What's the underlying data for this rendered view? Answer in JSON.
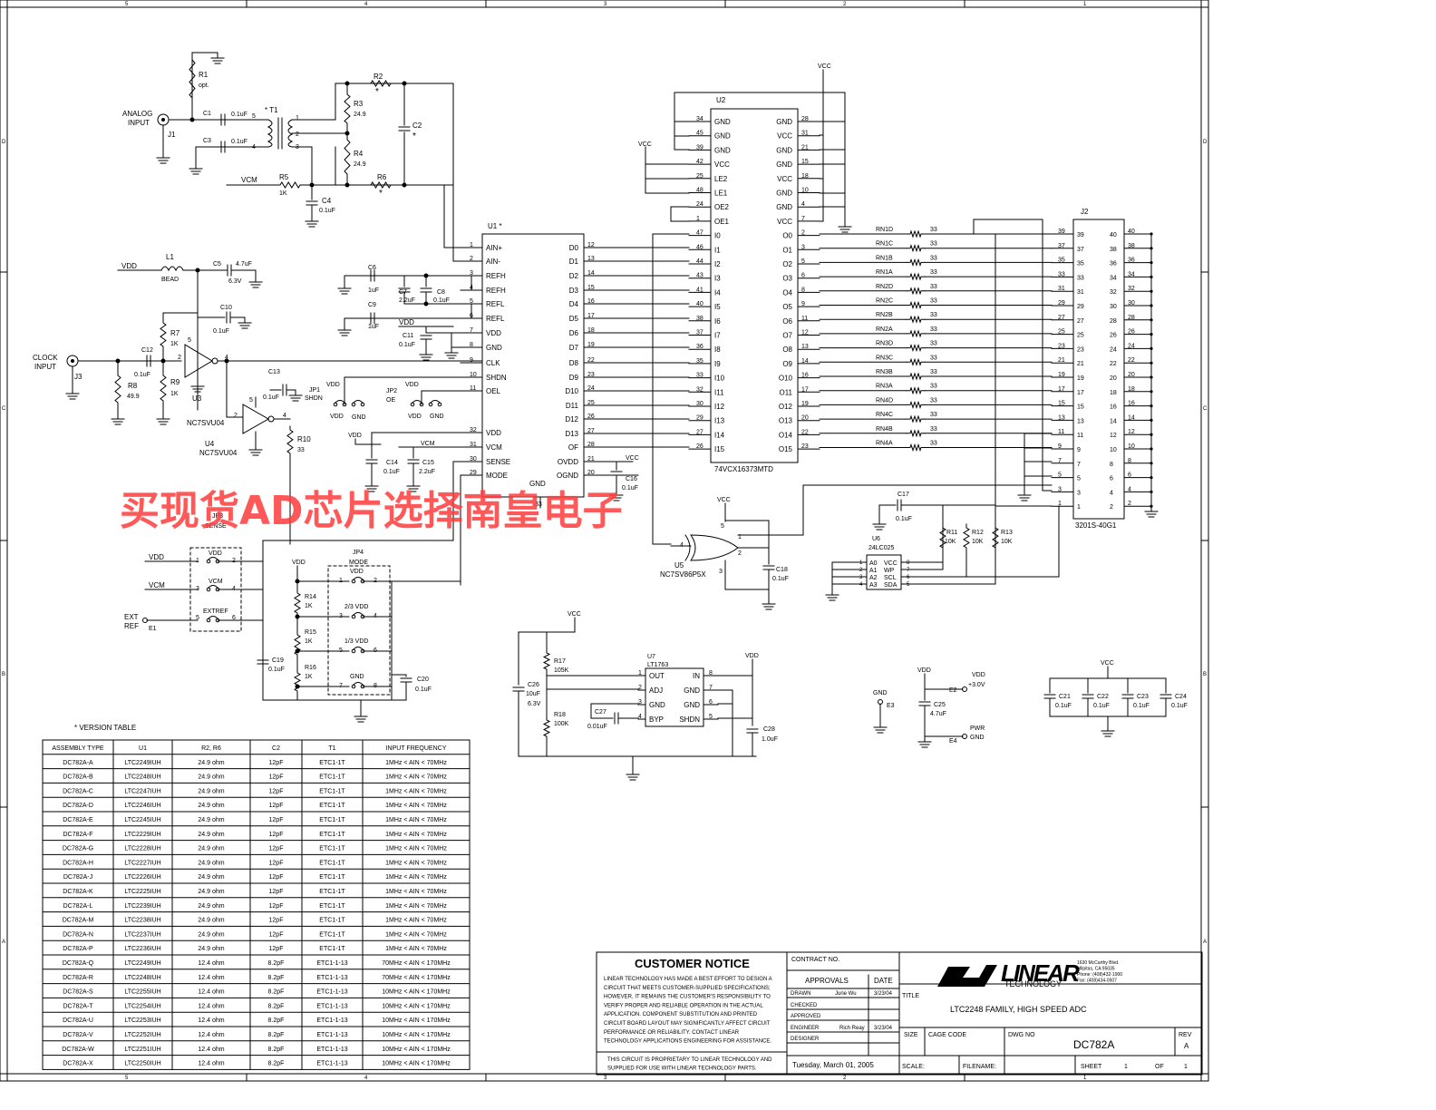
{
  "border": {
    "top_numbers": [
      "5",
      "4",
      "3",
      "2",
      "1"
    ],
    "bottom_numbers": [
      "5",
      "4",
      "3",
      "2",
      "1"
    ],
    "side_letters": [
      "D",
      "C",
      "B",
      "A"
    ]
  },
  "watermark": "买现货AD芯片选择南皇电子",
  "analog_input": {
    "label1": "ANALOG",
    "label2": "INPUT",
    "jack": "J1"
  },
  "clock_input": {
    "label1": "CLOCK",
    "label2": "INPUT",
    "jack": "J3"
  },
  "parts": {
    "R1": {
      "ref": "R1",
      "value": "opt."
    },
    "C1": {
      "ref": "C1",
      "value": "0.1uF"
    },
    "C3": {
      "ref": "C3",
      "value": "0.1uF"
    },
    "T1": {
      "ref": "T1"
    },
    "R2": {
      "ref": "R2"
    },
    "R3": {
      "ref": "R3",
      "value": "24.9"
    },
    "R4": {
      "ref": "R4",
      "value": "24.9"
    },
    "R5": {
      "ref": "R5",
      "value": "1K"
    },
    "R6": {
      "ref": "R6"
    },
    "C2": {
      "ref": "C2"
    },
    "C4": {
      "ref": "C4",
      "value": "0.1uF"
    },
    "L1": {
      "ref": "L1",
      "value": "BEAD"
    },
    "C5": {
      "ref": "C5",
      "value": "4.7uF",
      "value2": "6.3V"
    },
    "C10": {
      "ref": "C10",
      "value": "0.1uF"
    },
    "R7": {
      "ref": "R7",
      "value": "1K"
    },
    "R9": {
      "ref": "R9",
      "value": "1K"
    },
    "C12": {
      "ref": "C12",
      "value": "0.1uF"
    },
    "R8": {
      "ref": "R8",
      "value": "49.9"
    },
    "U3": {
      "ref": "U3",
      "value": "NC7SVU04"
    },
    "U4": {
      "ref": "U4",
      "value": "NC7SVU04"
    },
    "C13": {
      "ref": "C13",
      "value": "0.1uF"
    },
    "R10": {
      "ref": "R10",
      "value": "33"
    },
    "C6": {
      "ref": "C6",
      "value": "1uF"
    },
    "C7": {
      "ref": "C7",
      "value": "2.2uF"
    },
    "C8": {
      "ref": "C8",
      "value": "0.1uF"
    },
    "C9": {
      "ref": "C9",
      "value": "1uF"
    },
    "C11": {
      "ref": "C11",
      "value": "0.1uF"
    },
    "C14": {
      "ref": "C14",
      "value": "0.1uF"
    },
    "C15": {
      "ref": "C15",
      "value": "2.2uF"
    },
    "C16": {
      "ref": "C16",
      "value": "0.1uF"
    },
    "C17": {
      "ref": "C17",
      "value": "0.1uF"
    },
    "C18": {
      "ref": "C18",
      "value": "0.1uF"
    },
    "C19": {
      "ref": "C19",
      "value": "0.1uF"
    },
    "C20": {
      "ref": "C20",
      "value": "0.1uF"
    },
    "R11": {
      "ref": "R11",
      "value": "10K"
    },
    "R12": {
      "ref": "R12",
      "value": "10K"
    },
    "R13": {
      "ref": "R13",
      "value": "10K"
    },
    "R14": {
      "ref": "R14",
      "value": "1K"
    },
    "R15": {
      "ref": "R15",
      "value": "1K"
    },
    "R16": {
      "ref": "R16",
      "value": "1K"
    },
    "R17": {
      "ref": "R17",
      "value": "105K"
    },
    "R18": {
      "ref": "R18",
      "value": "100K"
    },
    "C26": {
      "ref": "C26",
      "value": "10uF",
      "value2": "6.3V"
    },
    "C27": {
      "ref": "C27",
      "value": "0.01uF"
    },
    "C28": {
      "ref": "C28",
      "value": "1.0uF"
    },
    "C25": {
      "ref": "C25",
      "value": "4.7uF"
    },
    "C21": {
      "ref": "C21",
      "value": "0.1uF"
    },
    "C22": {
      "ref": "C22",
      "value": "0.1uF"
    },
    "C23": {
      "ref": "C23",
      "value": "0.1uF"
    },
    "C24": {
      "ref": "C24",
      "value": "0.1uF"
    },
    "U5": {
      "ref": "U5",
      "value": "NC7SV86P5X"
    },
    "U6": {
      "ref": "U6",
      "value": "24LC025"
    },
    "U7": {
      "ref": "U7",
      "value": "LT1763"
    }
  },
  "labels": {
    "vcm": "VCM",
    "vdd": "VDD",
    "vcc": "VCC",
    "gnd": "GND",
    "ext_ref1": "EXT",
    "ext_ref2": "REF",
    "e1": "E1",
    "jp1": "JP1",
    "jp1_name": "SHDN",
    "jp2": "JP2",
    "jp2_name": "OE",
    "jp3": "JP3",
    "jp3_name": "SENSE",
    "jp4": "JP4",
    "jp4_name": "MODE",
    "jp3_vdd": "VDD",
    "jp3_vcm": "VCM",
    "jp3_ext": "EXTREF",
    "jp4_vdd": "VDD",
    "jp4_23": "2/3 VDD",
    "jp4_13": "1/3 VDD",
    "jp4_gnd": "GND",
    "e2": "E2",
    "e2_label": "VDD",
    "e2_volt": "+3.0V",
    "e3": "E3",
    "e3_label": "GND",
    "e4": "E4",
    "e4_label1": "PWR",
    "e4_label2": "GND"
  },
  "u1": {
    "ref": "U1",
    "left_pins": [
      {
        "num": "1",
        "name": "AIN+"
      },
      {
        "num": "2",
        "name": "AIN-"
      },
      {
        "num": "3",
        "name": "REFH"
      },
      {
        "num": "4",
        "name": "REFH"
      },
      {
        "num": "5",
        "name": "REFL"
      },
      {
        "num": "6",
        "name": "REFL"
      },
      {
        "num": "7",
        "name": "VDD"
      },
      {
        "num": "8",
        "name": "GND"
      },
      {
        "num": "9",
        "name": "CLK"
      },
      {
        "num": "10",
        "name": "SHDN"
      },
      {
        "num": "11",
        "name": "OEL"
      },
      {
        "num": "32",
        "name": "VDD"
      },
      {
        "num": "31",
        "name": "VCM"
      },
      {
        "num": "30",
        "name": "SENSE"
      },
      {
        "num": "29",
        "name": "MODE"
      }
    ],
    "right_pins": [
      {
        "num": "12",
        "name": "D0"
      },
      {
        "num": "13",
        "name": "D1"
      },
      {
        "num": "14",
        "name": "D2"
      },
      {
        "num": "15",
        "name": "D3"
      },
      {
        "num": "16",
        "name": "D4"
      },
      {
        "num": "17",
        "name": "D5"
      },
      {
        "num": "18",
        "name": "D6"
      },
      {
        "num": "19",
        "name": "D7"
      },
      {
        "num": "22",
        "name": "D8"
      },
      {
        "num": "23",
        "name": "D9"
      },
      {
        "num": "24",
        "name": "D10"
      },
      {
        "num": "25",
        "name": "D11"
      },
      {
        "num": "26",
        "name": "D12"
      },
      {
        "num": "27",
        "name": "D13"
      },
      {
        "num": "28",
        "name": "OF"
      },
      {
        "num": "21",
        "name": "OVDD"
      },
      {
        "num": "20",
        "name": "OGND"
      }
    ],
    "gnd_pin": "33",
    "gnd_label": "GND"
  },
  "u2": {
    "ref": "U2",
    "part": "74VCX16373MTD",
    "left_pins": [
      {
        "num": "34",
        "name": "GND"
      },
      {
        "num": "45",
        "name": "GND"
      },
      {
        "num": "39",
        "name": "GND"
      },
      {
        "num": "42",
        "name": "VCC"
      },
      {
        "num": "25",
        "name": "LE2"
      },
      {
        "num": "48",
        "name": "LE1"
      },
      {
        "num": "24",
        "name": "OE2"
      },
      {
        "num": "1",
        "name": "OE1"
      },
      {
        "num": "47",
        "name": "I0"
      },
      {
        "num": "46",
        "name": "I1"
      },
      {
        "num": "44",
        "name": "I2"
      },
      {
        "num": "43",
        "name": "I3"
      },
      {
        "num": "41",
        "name": "I4"
      },
      {
        "num": "40",
        "name": "I5"
      },
      {
        "num": "38",
        "name": "I6"
      },
      {
        "num": "37",
        "name": "I7"
      },
      {
        "num": "36",
        "name": "I8"
      },
      {
        "num": "35",
        "name": "I9"
      },
      {
        "num": "33",
        "name": "I10"
      },
      {
        "num": "32",
        "name": "I11"
      },
      {
        "num": "30",
        "name": "I12"
      },
      {
        "num": "29",
        "name": "I13"
      },
      {
        "num": "27",
        "name": "I14"
      },
      {
        "num": "26",
        "name": "I15"
      }
    ],
    "right_pins": [
      {
        "num": "28",
        "name": "GND"
      },
      {
        "num": "31",
        "name": "VCC"
      },
      {
        "num": "21",
        "name": "GND"
      },
      {
        "num": "15",
        "name": "GND"
      },
      {
        "num": "18",
        "name": "VCC"
      },
      {
        "num": "10",
        "name": "GND"
      },
      {
        "num": "4",
        "name": "GND"
      },
      {
        "num": "7",
        "name": "VCC"
      },
      {
        "num": "2",
        "name": "O0"
      },
      {
        "num": "3",
        "name": "O1"
      },
      {
        "num": "5",
        "name": "O2"
      },
      {
        "num": "6",
        "name": "O3"
      },
      {
        "num": "8",
        "name": "O4"
      },
      {
        "num": "9",
        "name": "O5"
      },
      {
        "num": "11",
        "name": "O6"
      },
      {
        "num": "12",
        "name": "O7"
      },
      {
        "num": "13",
        "name": "O8"
      },
      {
        "num": "14",
        "name": "O9"
      },
      {
        "num": "16",
        "name": "O10"
      },
      {
        "num": "17",
        "name": "O11"
      },
      {
        "num": "19",
        "name": "O12"
      },
      {
        "num": "20",
        "name": "O13"
      },
      {
        "num": "22",
        "name": "O14"
      },
      {
        "num": "23",
        "name": "O15"
      }
    ]
  },
  "rnets": [
    {
      "ref": "RN1D",
      "value": "33"
    },
    {
      "ref": "RN1C",
      "value": "33"
    },
    {
      "ref": "RN1B",
      "value": "33"
    },
    {
      "ref": "RN1A",
      "value": "33"
    },
    {
      "ref": "RN2D",
      "value": "33"
    },
    {
      "ref": "RN2C",
      "value": "33"
    },
    {
      "ref": "RN2B",
      "value": "33"
    },
    {
      "ref": "RN2A",
      "value": "33"
    },
    {
      "ref": "RN3D",
      "value": "33"
    },
    {
      "ref": "RN3C",
      "value": "33"
    },
    {
      "ref": "RN3B",
      "value": "33"
    },
    {
      "ref": "RN3A",
      "value": "33"
    },
    {
      "ref": "RN4D",
      "value": "33"
    },
    {
      "ref": "RN4C",
      "value": "33"
    },
    {
      "ref": "RN4B",
      "value": "33"
    },
    {
      "ref": "RN4A",
      "value": "33"
    }
  ],
  "j2": {
    "ref": "J2",
    "part": "3201S-40G1",
    "rows": [
      [
        "39",
        "40"
      ],
      [
        "37",
        "38"
      ],
      [
        "35",
        "36"
      ],
      [
        "33",
        "34"
      ],
      [
        "31",
        "32"
      ],
      [
        "29",
        "30"
      ],
      [
        "27",
        "28"
      ],
      [
        "25",
        "26"
      ],
      [
        "23",
        "24"
      ],
      [
        "21",
        "22"
      ],
      [
        "19",
        "20"
      ],
      [
        "17",
        "18"
      ],
      [
        "15",
        "16"
      ],
      [
        "13",
        "14"
      ],
      [
        "11",
        "12"
      ],
      [
        "9",
        "10"
      ],
      [
        "7",
        "8"
      ],
      [
        "5",
        "6"
      ],
      [
        "3",
        "4"
      ],
      [
        "1",
        "2"
      ]
    ]
  },
  "u6_pins": {
    "left": [
      "A0",
      "A1",
      "A2",
      "A3"
    ],
    "right": [
      "VCC",
      "WP",
      "SCL",
      "SDA"
    ],
    "lnums": [
      "1",
      "2",
      "3",
      "4"
    ],
    "rnums": [
      "8",
      "7",
      "6",
      "5"
    ]
  },
  "u7_pins": {
    "left": [
      "OUT",
      "ADJ",
      "GND",
      "BYP"
    ],
    "right": [
      "IN",
      "GND",
      "GND",
      "SHDN"
    ],
    "lnums": [
      "1",
      "2",
      "3",
      "4"
    ],
    "rnums": [
      "8",
      "7",
      "6",
      "5"
    ]
  },
  "version_table": {
    "title": "VERSION TABLE",
    "headers": [
      "ASSEMBLY TYPE",
      "U1",
      "R2, R6",
      "C2",
      "T1",
      "INPUT FREQUENCY"
    ],
    "rows": [
      [
        "DC782A-A",
        "LTC2249IUH",
        "24.9 ohm",
        "12pF",
        "ETC1-1T",
        "1MHz < AIN < 70MHz"
      ],
      [
        "DC782A-B",
        "LTC2248IUH",
        "24.9 ohm",
        "12pF",
        "ETC1-1T",
        "1MHz < AIN < 70MHz"
      ],
      [
        "DC782A-C",
        "LTC2247IUH",
        "24.9 ohm",
        "12pF",
        "ETC1-1T",
        "1MHz < AIN < 70MHz"
      ],
      [
        "DC782A-D",
        "LTC2246IUH",
        "24.9 ohm",
        "12pF",
        "ETC1-1T",
        "1MHz < AIN < 70MHz"
      ],
      [
        "DC782A-E",
        "LTC2245IUH",
        "24.9 ohm",
        "12pF",
        "ETC1-1T",
        "1MHz < AIN < 70MHz"
      ],
      [
        "DC782A-F",
        "LTC2229IUH",
        "24.9 ohm",
        "12pF",
        "ETC1-1T",
        "1MHz < AIN < 70MHz"
      ],
      [
        "DC782A-G",
        "LTC2228IUH",
        "24.9 ohm",
        "12pF",
        "ETC1-1T",
        "1MHz < AIN < 70MHz"
      ],
      [
        "DC782A-H",
        "LTC2227IUH",
        "24.9 ohm",
        "12pF",
        "ETC1-1T",
        "1MHz < AIN < 70MHz"
      ],
      [
        "DC782A-J",
        "LTC2226IUH",
        "24.9 ohm",
        "12pF",
        "ETC1-1T",
        "1MHz < AIN < 70MHz"
      ],
      [
        "DC782A-K",
        "LTC2225IUH",
        "24.9 ohm",
        "12pF",
        "ETC1-1T",
        "1MHz < AIN < 70MHz"
      ],
      [
        "DC782A-L",
        "LTC2239IUH",
        "24.9 ohm",
        "12pF",
        "ETC1-1T",
        "1MHz < AIN < 70MHz"
      ],
      [
        "DC782A-M",
        "LTC2238IUH",
        "24.9 ohm",
        "12pF",
        "ETC1-1T",
        "1MHz < AIN < 70MHz"
      ],
      [
        "DC782A-N",
        "LTC2237IUH",
        "24.9 ohm",
        "12pF",
        "ETC1-1T",
        "1MHz < AIN < 70MHz"
      ],
      [
        "DC782A-P",
        "LTC2236IUH",
        "24.9 ohm",
        "12pF",
        "ETC1-1T",
        "1MHz < AIN < 70MHz"
      ],
      [
        "DC782A-Q",
        "LTC2249IUH",
        "12.4 ohm",
        "8.2pF",
        "ETC1-1-13",
        "70MHz < AIN < 170MHz"
      ],
      [
        "DC782A-R",
        "LTC2248IUH",
        "12.4 ohm",
        "8.2pF",
        "ETC1-1-13",
        "70MHz < AIN < 170MHz"
      ],
      [
        "DC782A-S",
        "LTC2255IUH",
        "12.4 ohm",
        "8.2pF",
        "ETC1-1-13",
        "10MHz < AIN < 170MHz"
      ],
      [
        "DC782A-T",
        "LTC2254IUH",
        "12.4 ohm",
        "8.2pF",
        "ETC1-1-13",
        "10MHz < AIN < 170MHz"
      ],
      [
        "DC782A-U",
        "LTC2253IUH",
        "12.4 ohm",
        "8.2pF",
        "ETC1-1-13",
        "10MHz < AIN < 170MHz"
      ],
      [
        "DC782A-V",
        "LTC2252IUH",
        "12.4 ohm",
        "8.2pF",
        "ETC1-1-13",
        "10MHz < AIN < 170MHz"
      ],
      [
        "DC782A-W",
        "LTC2251IUH",
        "12.4 ohm",
        "8.2pF",
        "ETC1-1-13",
        "10MHz < AIN < 170MHz"
      ],
      [
        "DC782A-X",
        "LTC2250IUH",
        "12.4 ohm",
        "8.2pF",
        "ETC1-1-13",
        "10MHz < AIN < 170MHz"
      ]
    ]
  },
  "title_block": {
    "notice_title": "CUSTOMER NOTICE",
    "notice_lines": [
      "LINEAR TECHNOLOGY HAS MADE A BEST EFFORT TO DESIGN A",
      "CIRCUIT THAT MEETS CUSTOMER-SUPPLIED SPECIFICATIONS;",
      "HOWEVER, IT REMAINS THE CUSTOMER'S RESPONSIBILITY TO",
      "VERIFY PROPER AND RELIABLE OPERATION IN THE ACTUAL",
      "APPLICATION. COMPONENT SUBSTITUTION AND PRINTED",
      "CIRCUIT BOARD LAYOUT MAY SIGNIFICANTLY AFFECT CIRCUIT",
      "PERFORMANCE OR RELIABILITY. CONTACT LINEAR",
      "TECHNOLOGY APPLICATIONS ENGINEERING FOR ASSISTANCE."
    ],
    "proprietary_lines": [
      "THIS CIRCUIT IS PROPRIETARY TO LINEAR TECHNOLOGY AND",
      "SUPPLIED FOR USE WITH LINEAR TECHNOLOGY PARTS."
    ],
    "contract_no": "CONTRACT NO.",
    "approvals": "APPROVALS",
    "date": "DATE",
    "drawn": "DRAWN",
    "drawn_by": "June Wu",
    "drawn_date": "3/23/04",
    "checked": "CHECKED",
    "approved": "APPROVED",
    "engineer": "ENGINEER",
    "engineer_name": "Rich Reay",
    "engineer_date": "3/23/04",
    "designer": "DESIGNER",
    "print_date": "Tuesday, March 01, 2005",
    "company": "LINEAR",
    "company_sub": "TECHNOLOGY",
    "address": [
      "1630 McCarthy Blvd.",
      "Milpitas, CA 95035",
      "Phone: (408)432-1900",
      "Fax: (408)434-0507"
    ],
    "title_label": "TITLE",
    "title": "LTC2248 FAMILY, HIGH SPEED ADC",
    "size": "SIZE",
    "cage_code": "CAGE CODE",
    "dwg_no_label": "DWG NO",
    "dwg_no": "DC782A",
    "rev_label": "REV",
    "rev": "A",
    "scale": "SCALE:",
    "filename": "FILENAME:",
    "sheet": "SHEET",
    "sheet_num": "1",
    "of": "OF",
    "sheet_total": "1"
  }
}
